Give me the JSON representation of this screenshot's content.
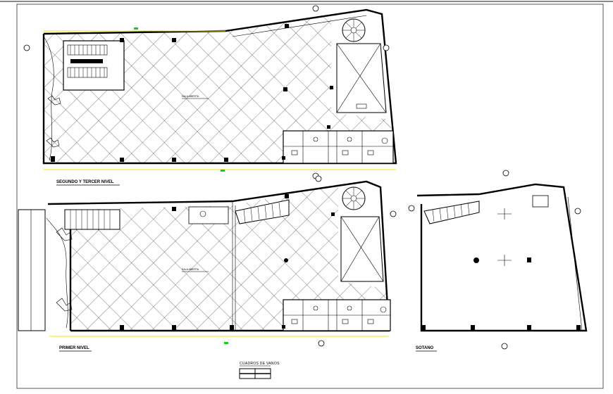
{
  "plans": {
    "upper": {
      "title": "SEGUNDO Y TERCER NIVEL",
      "room": "SALA ABIERTA"
    },
    "ground": {
      "title": "PRIMER NIVEL",
      "room": "SALA ABIERTA"
    },
    "basement": {
      "title": "SOTANO"
    }
  },
  "legend": {
    "title": "CUADROS DE VANOS"
  },
  "colors": {
    "line": "#000000",
    "dimension": "#e8e800",
    "marker": "#16d016",
    "frame": "#555555"
  }
}
